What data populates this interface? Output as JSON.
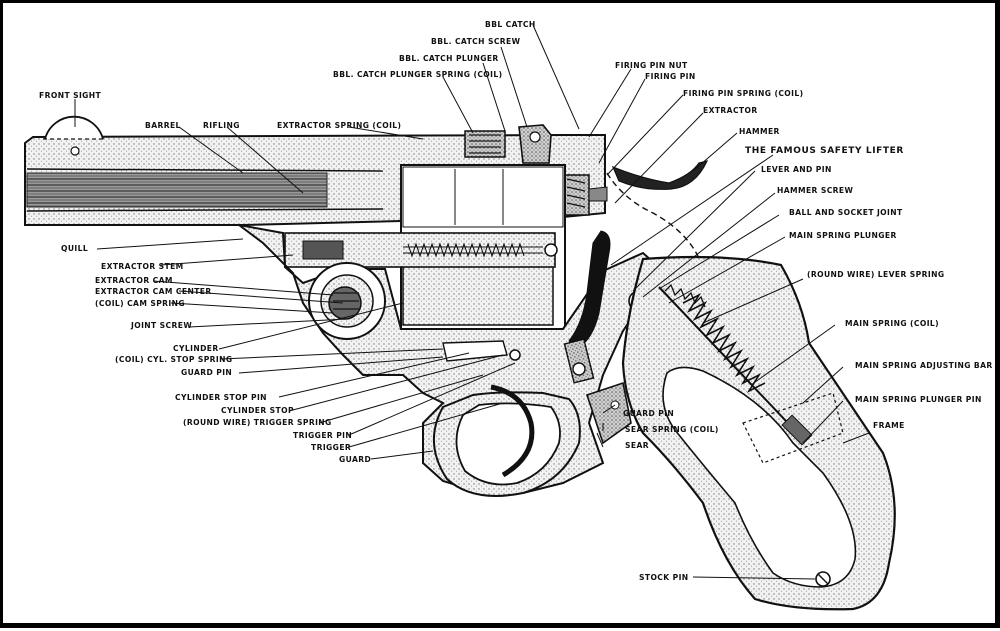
{
  "labels": {
    "bbl_catch": "BBL CATCH",
    "bbl_catch_screw": "BBL. CATCH SCREW",
    "bbl_catch_plunger": "BBL. CATCH PLUNGER",
    "bbl_catch_plunger_spring": "BBL. CATCH PLUNGER SPRING (COIL)",
    "front_sight": "FRONT SIGHT",
    "barrel": "BARREL",
    "rifling": "RIFLING",
    "extractor_spring": "EXTRACTOR SPRING (COIL)",
    "quill": "QUILL",
    "extractor_stem": "EXTRACTOR STEM",
    "extractor_cam": "EXTRACTOR CAM",
    "extractor_cam_center": "EXTRACTOR CAM CENTER",
    "cam_spring": "(COIL) CAM SPRING",
    "joint_screw": "JOINT SCREW",
    "cylinder": "CYLINDER",
    "cyl_stop_spring": "(COIL) CYL. STOP SPRING",
    "guard_pin_left": "GUARD PIN",
    "cylinder_stop_pin": "CYLINDER STOP PIN",
    "cylinder_stop": "CYLINDER STOP",
    "trigger_spring": "(ROUND WIRE) TRIGGER SPRING",
    "trigger_pin": "TRIGGER PIN",
    "trigger": "TRIGGER",
    "guard": "GUARD",
    "firing_pin_nut": "FIRING PIN NUT",
    "firing_pin": "FIRING PIN",
    "firing_pin_spring": "FIRING PIN SPRING (COIL)",
    "extractor": "EXTRACTOR",
    "hammer": "HAMMER",
    "safety_lifter": "THE FAMOUS SAFETY LIFTER",
    "lever_and_pin": "LEVER AND PIN",
    "hammer_screw": "HAMMER SCREW",
    "ball_socket": "BALL AND SOCKET JOINT",
    "main_spring_plunger": "MAIN SPRING PLUNGER",
    "lever_spring": "(ROUND WIRE) LEVER SPRING",
    "main_spring": "MAIN SPRING (COIL)",
    "main_spring_adjusting_bar": "MAIN SPRING ADJUSTING BAR",
    "main_spring_plunger_pin": "MAIN SPRING PLUNGER PIN",
    "frame": "FRAME",
    "guard_pin_right": "GUARD PIN",
    "sear_spring": "SEAR SPRING (COIL)",
    "sear": "SEAR",
    "stock_pin": "STOCK PIN"
  },
  "colors": {
    "ink": "#111111",
    "stipple": "#8a8a8a",
    "paper": "#ffffff"
  }
}
